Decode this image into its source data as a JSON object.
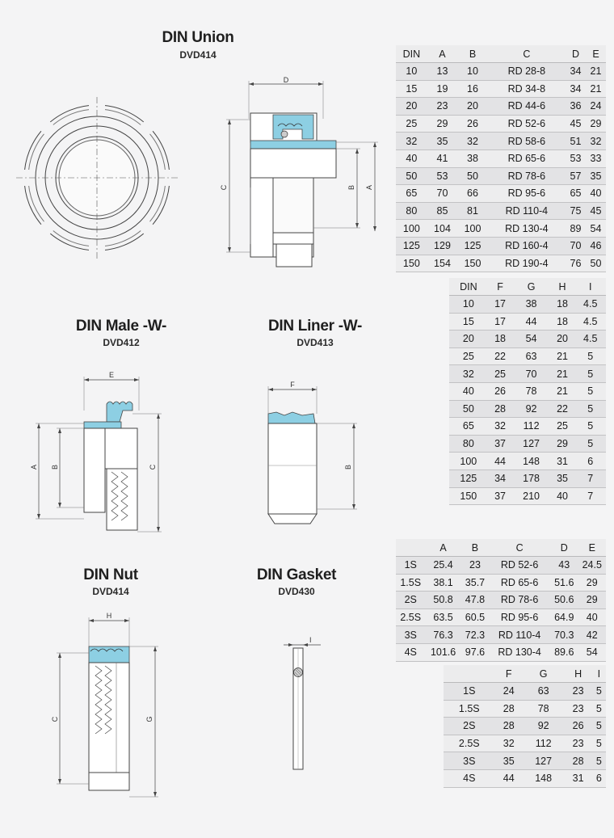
{
  "din_union": {
    "title": "DIN Union",
    "code": "DVD414",
    "dims": {
      "D": "D",
      "C": "C",
      "B": "B",
      "A": "A"
    },
    "table": {
      "headers": [
        "DIN",
        "A",
        "B",
        "C",
        "D",
        "E"
      ],
      "rows": [
        [
          "10",
          "13",
          "10",
          "RD 28-8",
          "34",
          "21"
        ],
        [
          "15",
          "19",
          "16",
          "RD 34-8",
          "34",
          "21"
        ],
        [
          "20",
          "23",
          "20",
          "RD 44-6",
          "36",
          "24"
        ],
        [
          "25",
          "29",
          "26",
          "RD 52-6",
          "45",
          "29"
        ],
        [
          "32",
          "35",
          "32",
          "RD 58-6",
          "51",
          "32"
        ],
        [
          "40",
          "41",
          "38",
          "RD 65-6",
          "53",
          "33"
        ],
        [
          "50",
          "53",
          "50",
          "RD 78-6",
          "57",
          "35"
        ],
        [
          "65",
          "70",
          "66",
          "RD 95-6",
          "65",
          "40"
        ],
        [
          "80",
          "85",
          "81",
          "RD 110-4",
          "75",
          "45"
        ],
        [
          "100",
          "104",
          "100",
          "RD 130-4",
          "89",
          "54"
        ],
        [
          "125",
          "129",
          "125",
          "RD 160-4",
          "70",
          "46"
        ],
        [
          "150",
          "154",
          "150",
          "RD 190-4",
          "76",
          "50"
        ]
      ]
    }
  },
  "din_male": {
    "title": "DIN Male -W-",
    "code": "DVD412",
    "dims": {
      "E": "E",
      "A": "A",
      "B": "B",
      "C": "C"
    }
  },
  "din_liner": {
    "title": "DIN Liner -W-",
    "code": "DVD413",
    "dims": {
      "F": "F",
      "B": "B"
    }
  },
  "table_fghi": {
    "headers": [
      "DIN",
      "F",
      "G",
      "H",
      "I"
    ],
    "rows": [
      [
        "10",
        "17",
        "38",
        "18",
        "4.5"
      ],
      [
        "15",
        "17",
        "44",
        "18",
        "4.5"
      ],
      [
        "20",
        "18",
        "54",
        "20",
        "4.5"
      ],
      [
        "25",
        "22",
        "63",
        "21",
        "5"
      ],
      [
        "32",
        "25",
        "70",
        "21",
        "5"
      ],
      [
        "40",
        "26",
        "78",
        "21",
        "5"
      ],
      [
        "50",
        "28",
        "92",
        "22",
        "5"
      ],
      [
        "65",
        "32",
        "112",
        "25",
        "5"
      ],
      [
        "80",
        "37",
        "127",
        "29",
        "5"
      ],
      [
        "100",
        "44",
        "148",
        "31",
        "6"
      ],
      [
        "125",
        "34",
        "178",
        "35",
        "7"
      ],
      [
        "150",
        "37",
        "210",
        "40",
        "7"
      ]
    ]
  },
  "din_nut": {
    "title": "DIN Nut",
    "code": "DVD414",
    "dims": {
      "H": "H",
      "C": "C",
      "G": "G"
    }
  },
  "din_gasket": {
    "title": "DIN Gasket",
    "code": "DVD430",
    "dims": {
      "I": "I"
    }
  },
  "table_s_abcde": {
    "headers": [
      "",
      "A",
      "B",
      "C",
      "D",
      "E"
    ],
    "rows": [
      [
        "1S",
        "25.4",
        "23",
        "RD 52-6",
        "43",
        "24.5"
      ],
      [
        "1.5S",
        "38.1",
        "35.7",
        "RD 65-6",
        "51.6",
        "29"
      ],
      [
        "2S",
        "50.8",
        "47.8",
        "RD 78-6",
        "50.6",
        "29"
      ],
      [
        "2.5S",
        "63.5",
        "60.5",
        "RD 95-6",
        "64.9",
        "40"
      ],
      [
        "3S",
        "76.3",
        "72.3",
        "RD 110-4",
        "70.3",
        "42"
      ],
      [
        "4S",
        "101.6",
        "97.6",
        "RD 130-4",
        "89.6",
        "54"
      ]
    ]
  },
  "table_s_fghi": {
    "headers": [
      "",
      "F",
      "G",
      "H",
      "I"
    ],
    "rows": [
      [
        "1S",
        "24",
        "63",
        "23",
        "5"
      ],
      [
        "1.5S",
        "28",
        "78",
        "23",
        "5"
      ],
      [
        "2S",
        "28",
        "92",
        "26",
        "5"
      ],
      [
        "2.5S",
        "32",
        "112",
        "23",
        "5"
      ],
      [
        "3S",
        "35",
        "127",
        "28",
        "5"
      ],
      [
        "4S",
        "44",
        "148",
        "31",
        "6"
      ]
    ]
  }
}
